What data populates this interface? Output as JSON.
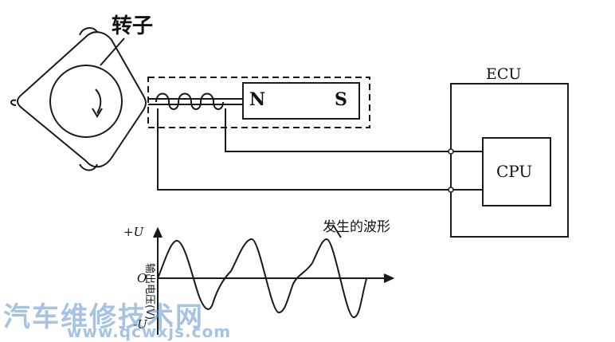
{
  "labels": {
    "rotor": "转子",
    "ecu": "ECU",
    "cpu": "CPU",
    "magnet_north": "N",
    "magnet_south": "S",
    "waveform": "发生的波形",
    "y_axis": "输出电压(V)",
    "y_plus": "+U",
    "y_zero": "O",
    "y_minus": "-U"
  },
  "watermark": {
    "text": "汽车维修技术网",
    "url": "www.qcwxjs.com",
    "color": "#5f91cd"
  },
  "colors": {
    "line": "#1a1a1a",
    "background": "#ffffff"
  }
}
